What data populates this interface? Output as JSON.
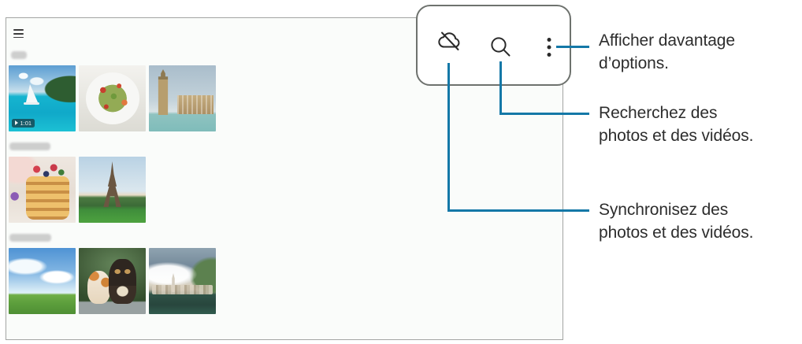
{
  "gallery_panel": {
    "menu_icon": "hamburger-menu",
    "sections": [
      {
        "label_redacted": true,
        "photos": [
          {
            "kind": "sailboat-beach",
            "media": "video",
            "duration": "1:01"
          },
          {
            "kind": "salad-plate",
            "media": "photo"
          },
          {
            "kind": "big-ben",
            "media": "photo"
          }
        ]
      },
      {
        "label_redacted": true,
        "photos": [
          {
            "kind": "pancakes-berries",
            "media": "photo"
          },
          {
            "kind": "eiffel-tower",
            "media": "photo"
          }
        ]
      },
      {
        "label_redacted": true,
        "photos": [
          {
            "kind": "meadow-sky",
            "media": "photo"
          },
          {
            "kind": "kitten-and-puppy",
            "media": "photo"
          },
          {
            "kind": "lakeside-village",
            "media": "photo"
          }
        ]
      }
    ]
  },
  "toolbar_callout": {
    "icons": [
      {
        "name": "cloud-sync-off-icon"
      },
      {
        "name": "search-icon"
      },
      {
        "name": "more-options-icon"
      }
    ]
  },
  "annotations": {
    "more_options": "Afficher davantage\nd’options.",
    "search": "Recherchez des\nphotos et des vidéos.",
    "sync": "Synchronisez des\nphotos et des vidéos."
  },
  "colors": {
    "leader_line": "#1478a7",
    "annotation_text": "#2d2d2d",
    "callout_border": "#6e726e",
    "panel_border": "#a3a5a3"
  }
}
